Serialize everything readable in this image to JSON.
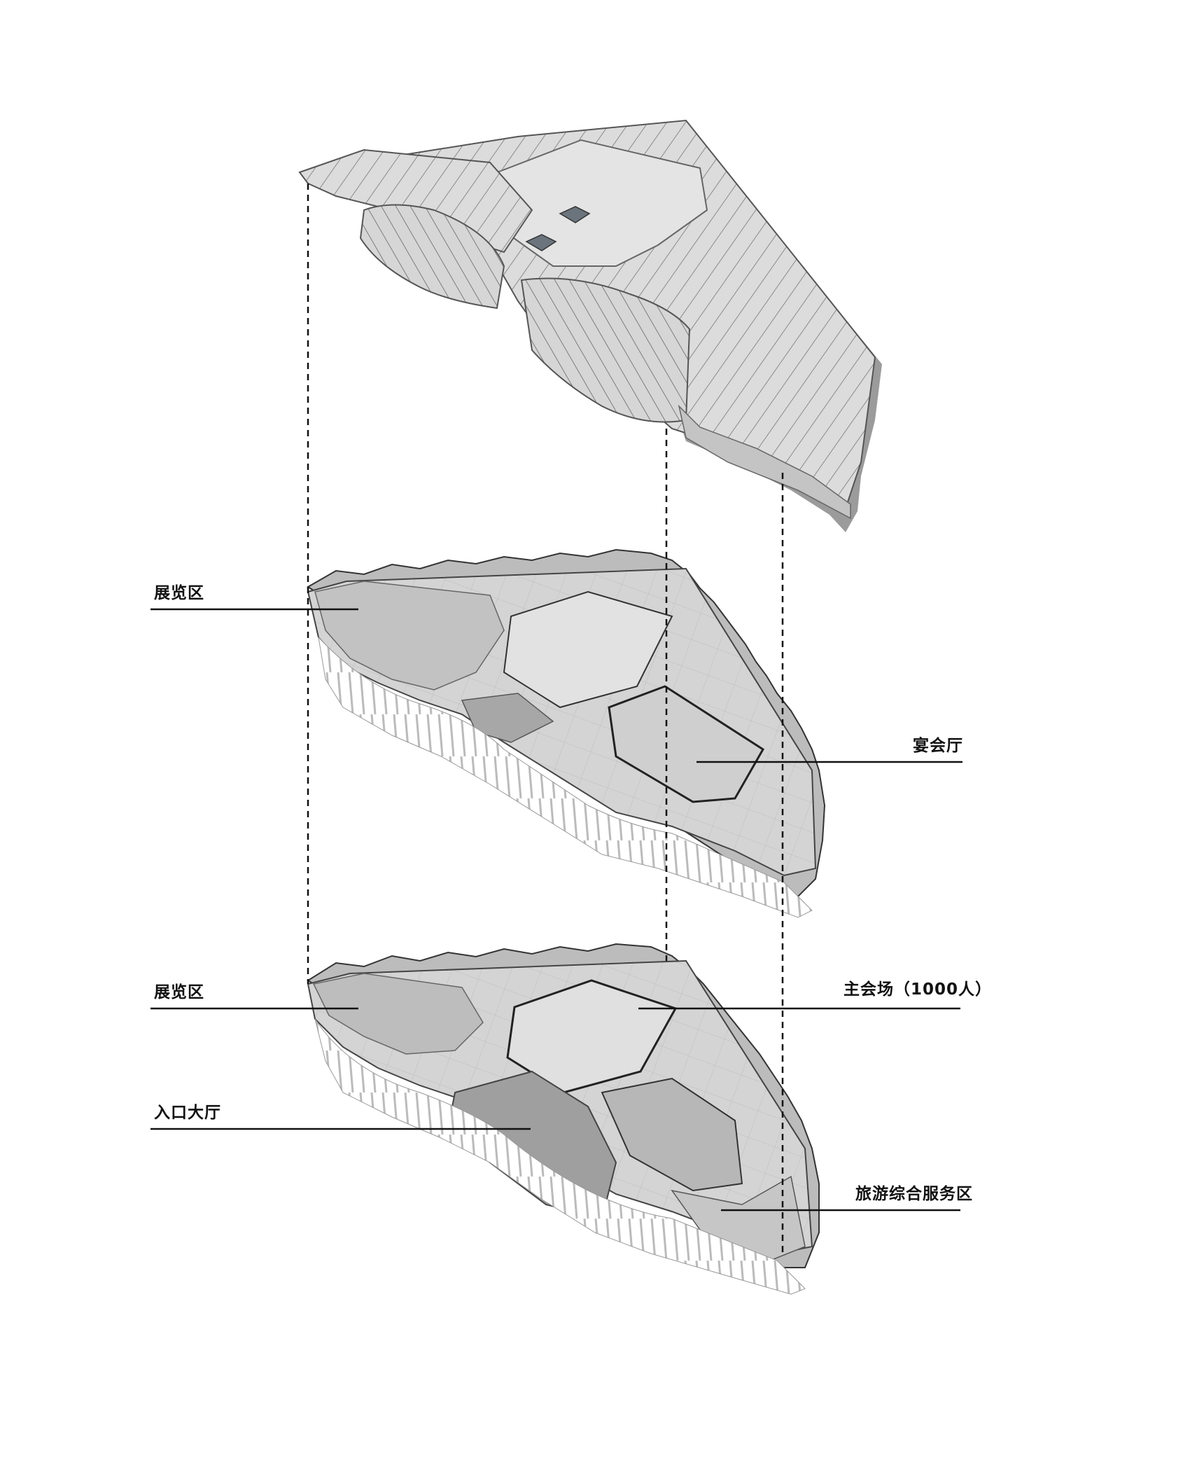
{
  "labels": {
    "upper_exhibition": "展览区",
    "banquet_hall": "宴会厅",
    "lower_exhibition": "展览区",
    "main_hall": "主会场（1000人）",
    "entrance_lobby": "入口大厅",
    "tourism_service": "旅游综合服务区"
  },
  "colors": {
    "roof_light": "#e3e3e3",
    "roof_mid": "#c9c9c9",
    "roof_shadow": "#9a9a9a",
    "floor": "#d2d2d2",
    "floor_dark": "#a8a8a8",
    "line": "#111111"
  }
}
